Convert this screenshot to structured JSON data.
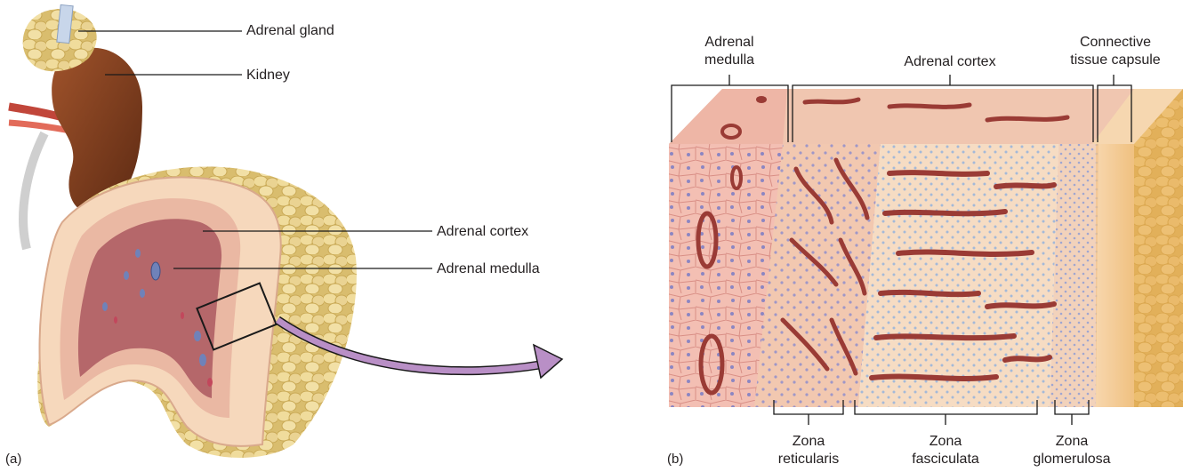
{
  "panel_a": {
    "letter": "(a)",
    "labels": {
      "adrenal_gland": "Adrenal gland",
      "kidney": "Kidney",
      "adrenal_cortex": "Adrenal cortex",
      "adrenal_medulla": "Adrenal medulla"
    }
  },
  "panel_b": {
    "letter": "(b)",
    "labels": {
      "adrenal_medulla_line1": "Adrenal",
      "adrenal_medulla_line2": "medulla",
      "adrenal_cortex": "Adrenal cortex",
      "capsule_line1": "Connective",
      "capsule_line2": "tissue capsule",
      "zona_reticularis_line1": "Zona",
      "zona_reticularis_line2": "reticularis",
      "zona_fasciculata_line1": "Zona",
      "zona_fasciculata_line2": "fasciculata",
      "zona_glomerulosa_line1": "Zona",
      "zona_glomerulosa_line2": "glomerulosa"
    }
  },
  "colors": {
    "kidney": "#7a3a1c",
    "fat": "#e6cf8a",
    "cortex": "#f4d9c2",
    "medulla": "#b5676a",
    "capsule": "#f7d48e",
    "arrow": "#b98fc6",
    "vessel": "#9a3b35"
  }
}
